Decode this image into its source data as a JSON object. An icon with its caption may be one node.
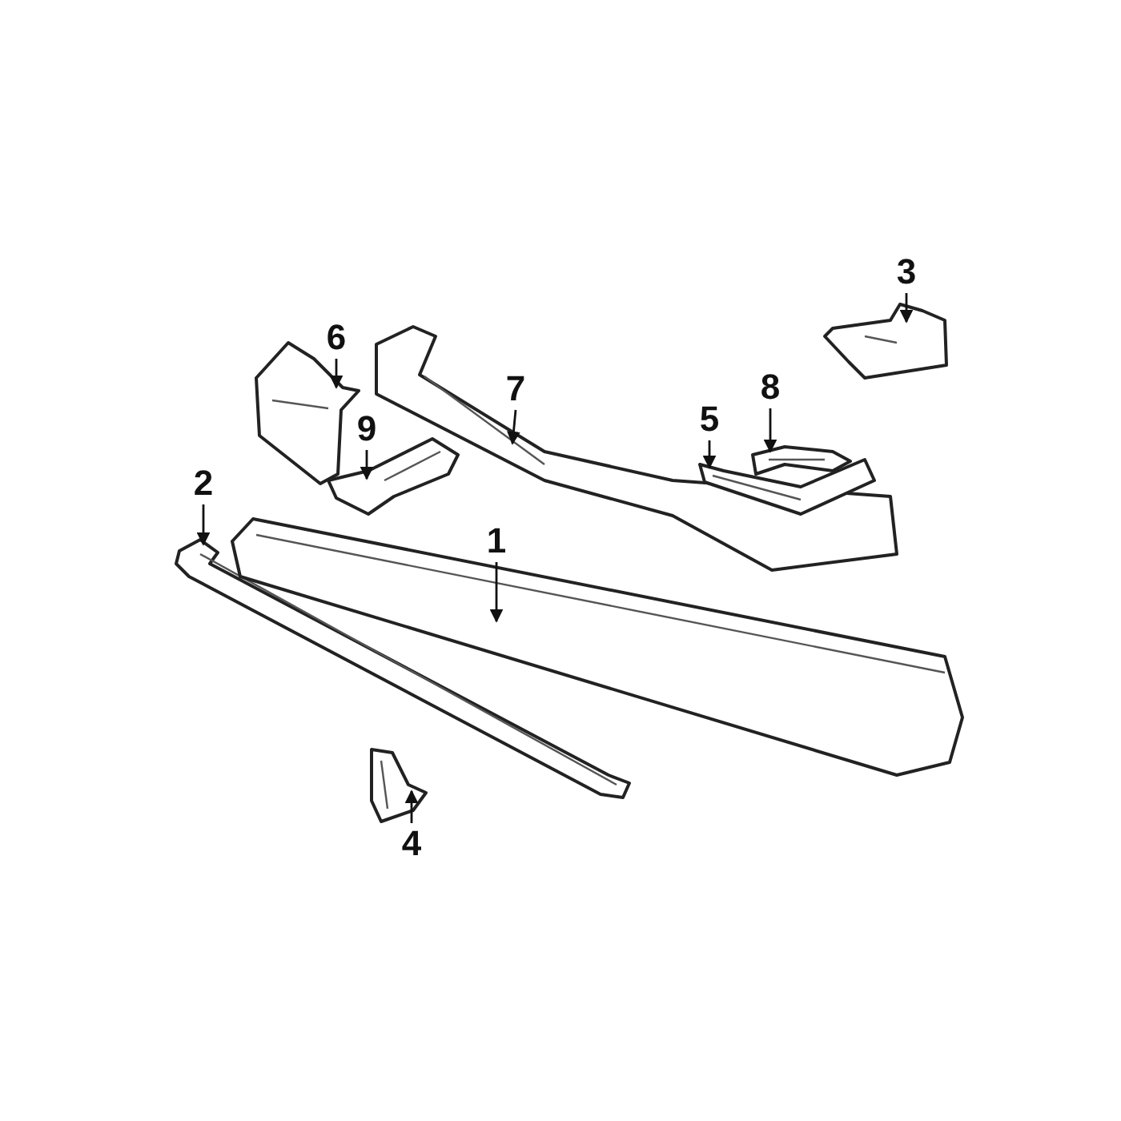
{
  "diagram": {
    "nodes": [
      {
        "text": [
          "3"
        ]
      },
      {
        "text": [
          "6"
        ]
      },
      {
        "text": [
          "7"
        ]
      },
      {
        "text": [
          "8"
        ]
      },
      {
        "text": [
          "5"
        ]
      },
      {
        "text": [
          "9"
        ]
      },
      {
        "text": [
          "2"
        ]
      },
      {
        "text": [
          "1"
        ]
      },
      {
        "text": [
          "4"
        ]
      },
      {
        "text": [],
        "shape": "picture"
      },
      {
        "text": [],
        "shape": "picture"
      },
      {
        "text": [],
        "shape": "picture"
      },
      {
        "text": [],
        "shape": "picture"
      },
      {
        "text": [],
        "shape": "picture"
      },
      {
        "text": [],
        "shape": "picture"
      },
      {
        "text": [],
        "shape": "picture"
      },
      {
        "text": [],
        "shape": "picture"
      },
      {
        "text": [],
        "shape": "picture"
      }
    ],
    "edges": [
      {
        "from": 0,
        "to": 9,
        "arrow": "to"
      },
      {
        "from": 1,
        "to": 10,
        "arrow": "to"
      },
      {
        "from": 2,
        "to": 11,
        "arrow": "to"
      },
      {
        "from": 3,
        "to": 12,
        "arrow": "to"
      },
      {
        "from": 4,
        "to": 13,
        "arrow": "to"
      },
      {
        "from": 5,
        "to": 14,
        "arrow": "to"
      },
      {
        "from": 6,
        "to": 15,
        "arrow": "to"
      },
      {
        "from": 7,
        "to": 16,
        "arrow": "to"
      },
      {
        "from": 8,
        "to": 17,
        "arrow": "to"
      }
    ]
  }
}
